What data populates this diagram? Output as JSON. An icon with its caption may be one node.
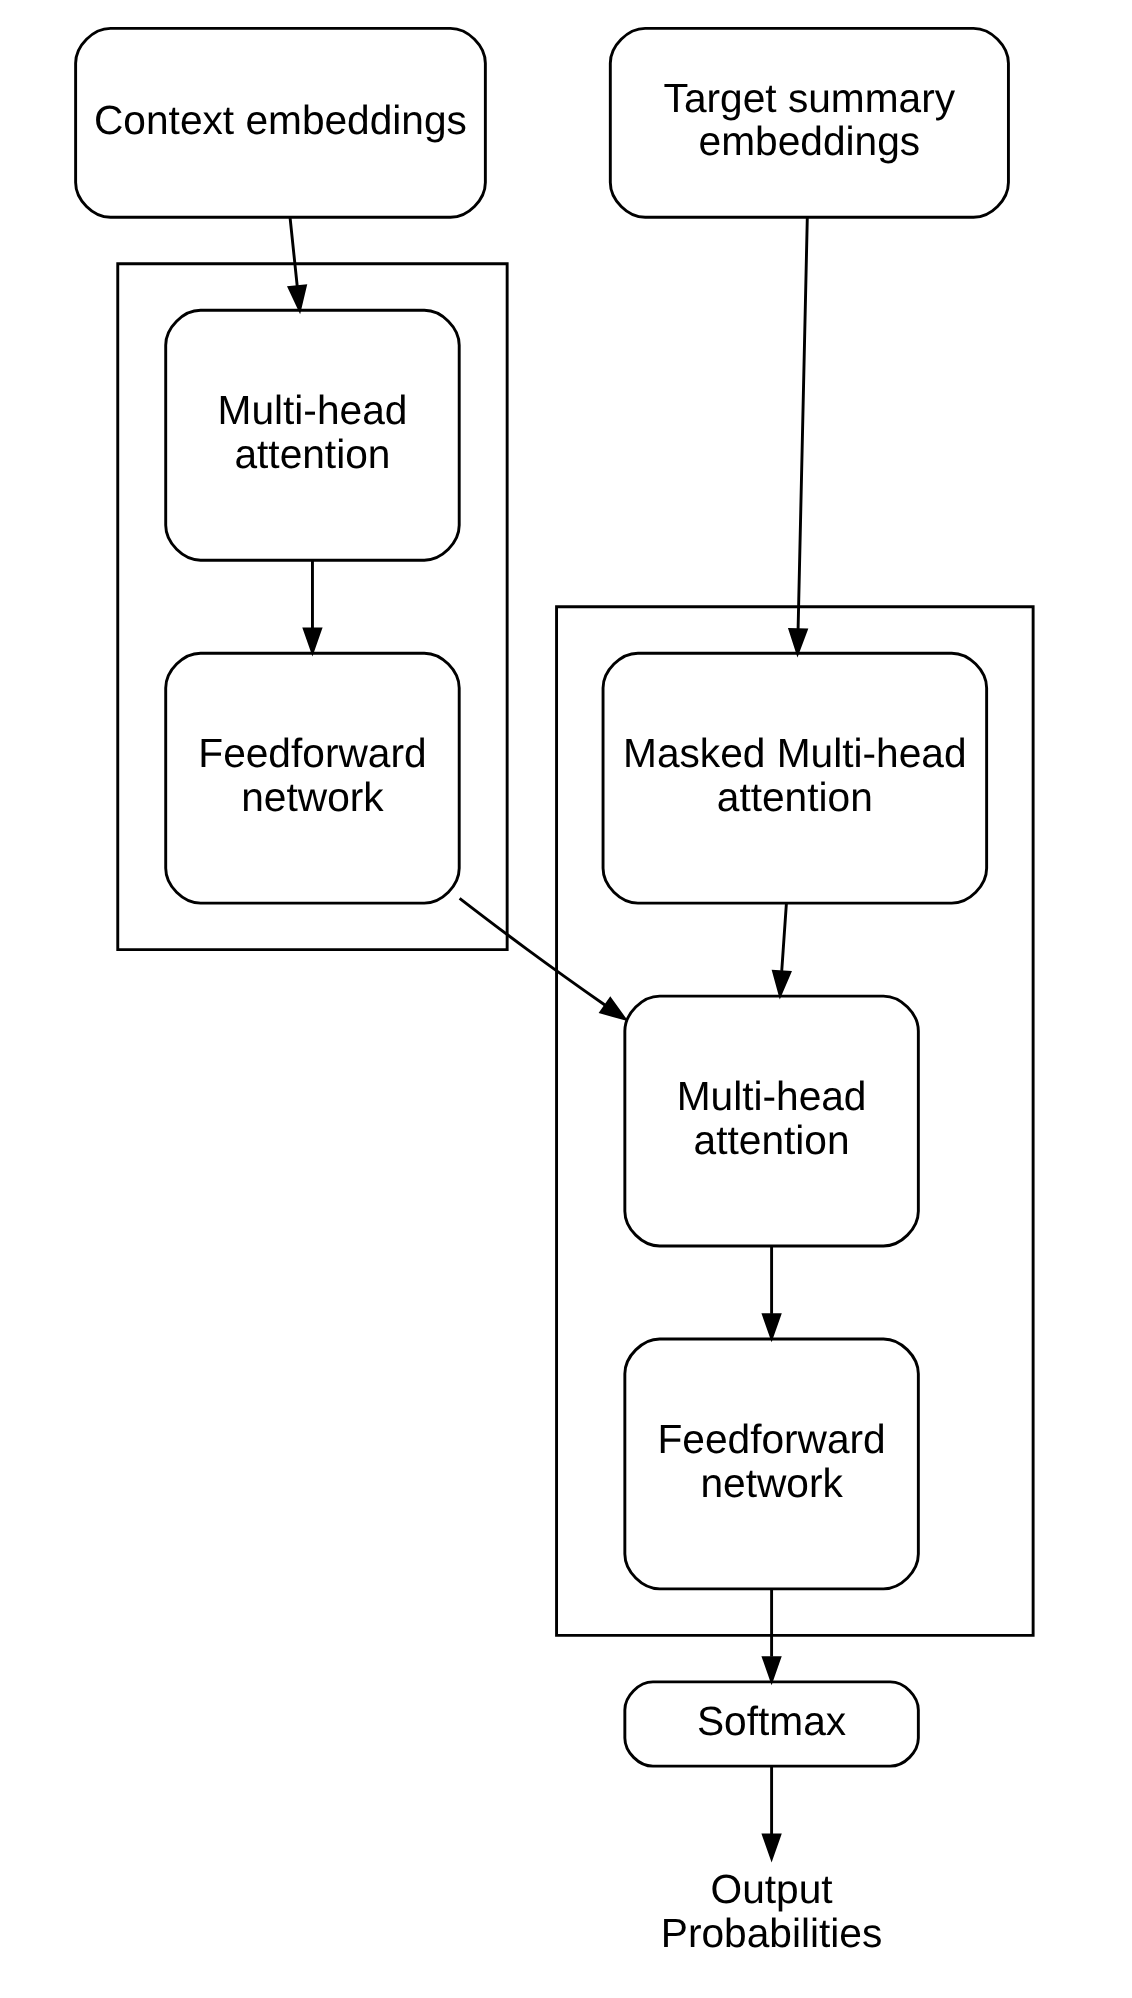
{
  "diagram": {
    "nodes": [
      {
        "text": [
          "Context embeddings"
        ]
      },
      {
        "text": [
          "Target summary embeddings"
        ]
      },
      {
        "text": [],
        "shape": "box"
      },
      {
        "text": [
          "Multi-head attention"
        ],
        "in": 2
      },
      {
        "text": [
          "Feedforward network"
        ],
        "in": 2
      },
      {
        "text": [],
        "shape": "box"
      },
      {
        "text": [
          "Masked Multi-head attention"
        ],
        "in": 5
      },
      {
        "text": [
          "Multi-head attention"
        ],
        "in": 5
      },
      {
        "text": [
          "Feedforward network"
        ],
        "in": 5
      },
      {
        "text": [
          "Softmax"
        ]
      },
      {
        "text": [
          "Output Probabilities"
        ]
      }
    ],
    "edges": [
      {
        "from": 0,
        "to": 3,
        "arrow": "to"
      },
      {
        "from": 3,
        "to": 4,
        "arrow": "to"
      },
      {
        "from": 4,
        "to": 7,
        "arrow": "to"
      },
      {
        "from": 1,
        "to": 6,
        "arrow": "to"
      },
      {
        "from": 6,
        "to": 7,
        "arrow": "to"
      },
      {
        "from": 7,
        "to": 8,
        "arrow": "to"
      },
      {
        "from": 8,
        "to": 9,
        "arrow": "to"
      },
      {
        "from": 9,
        "to": 10,
        "arrow": "to"
      }
    ]
  }
}
